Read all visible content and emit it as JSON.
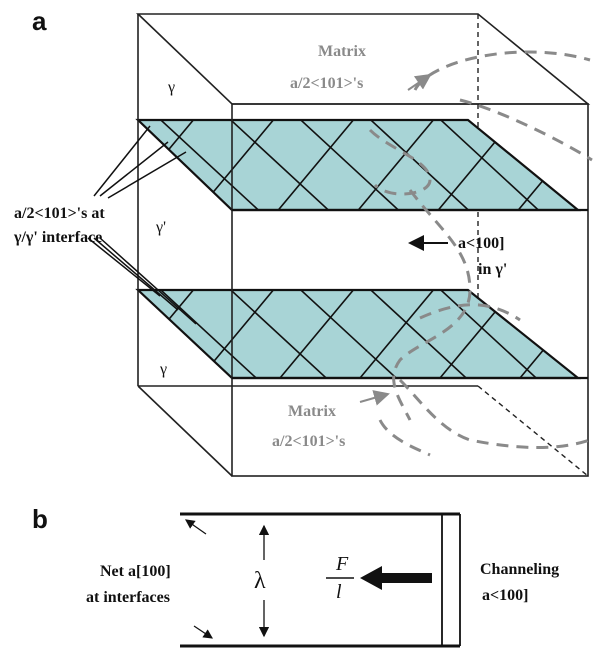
{
  "panel_a": {
    "letter": "a",
    "phase_gamma_top": "γ",
    "phase_gamma_prime": "γ'",
    "phase_gamma_bottom": "γ",
    "matrix_top_line1": "Matrix",
    "matrix_top_line2": "a/2<101>'s",
    "interface_line1": "a/2<101>'s at",
    "interface_line2": "γ/γ' interface",
    "a100_line1": "a<100]",
    "a100_line2": "in γ'",
    "matrix_bottom_line1": "Matrix",
    "matrix_bottom_line2": "a/2<101>'s"
  },
  "panel_b": {
    "letter": "b",
    "net_line1": "Net a[100]",
    "net_line2": "at interfaces",
    "lambda": "λ",
    "force_num": "F",
    "force_den": "l",
    "channel_line1": "Channeling",
    "channel_line2": "a<100]"
  },
  "colors": {
    "interface_plane": "#a8d4d6",
    "matrix_dislocation": "#8a8a8a",
    "lines": "#111111"
  }
}
